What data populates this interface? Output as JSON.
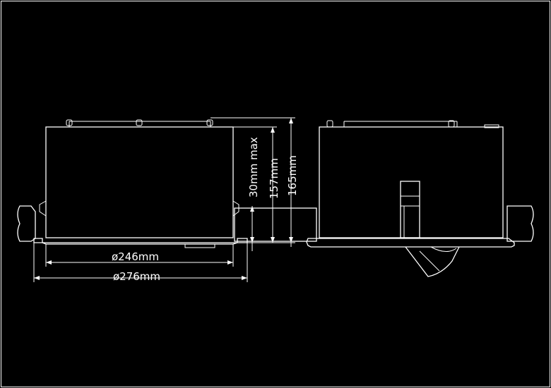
{
  "dimensions": {
    "inner_diameter": "ø246mm",
    "outer_diameter": "ø276mm",
    "ceiling_thickness": "30mm max",
    "recess_height": "157mm",
    "total_height": "165mm"
  },
  "colors": {
    "background": "#000000",
    "lines": "#ffffff"
  }
}
